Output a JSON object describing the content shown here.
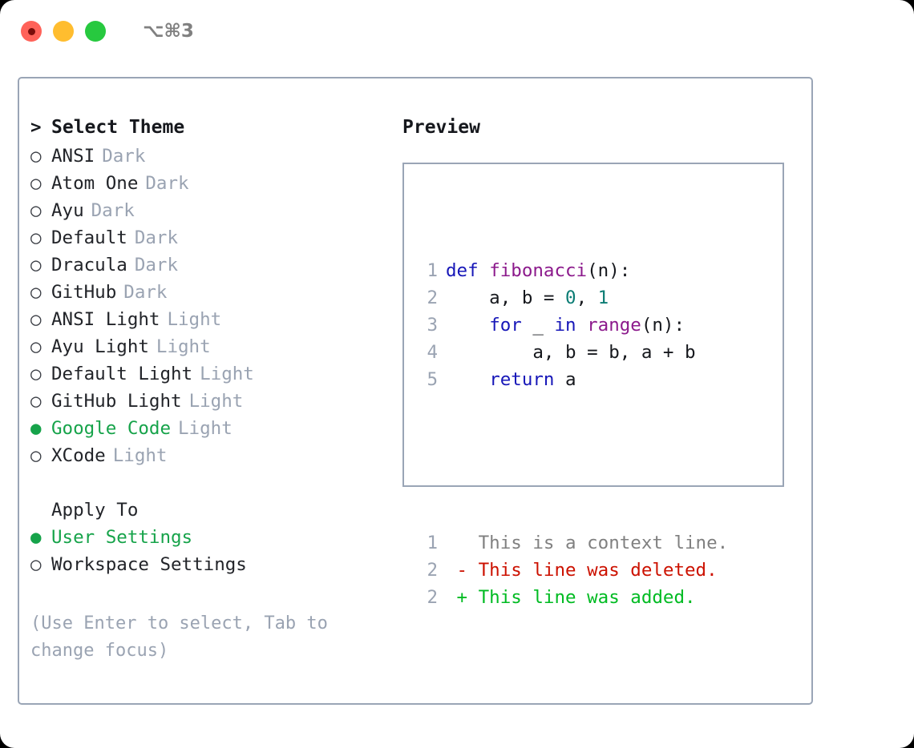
{
  "window": {
    "traffic_lights": [
      "close",
      "minimize",
      "maximize"
    ],
    "shortcut_label": "⌥⌘3",
    "accent_green": "#16a34a",
    "border_color": "#9aa5b6"
  },
  "theme_picker": {
    "prompt": ">",
    "header": "Select Theme",
    "bullet_selected": "●",
    "bullet_unselected": "○",
    "items": [
      {
        "label": "ANSI",
        "tag": "Dark",
        "selected": false
      },
      {
        "label": "Atom One",
        "tag": "Dark",
        "selected": false
      },
      {
        "label": "Ayu",
        "tag": "Dark",
        "selected": false
      },
      {
        "label": "Default",
        "tag": "Dark",
        "selected": false
      },
      {
        "label": "Dracula",
        "tag": "Dark",
        "selected": false
      },
      {
        "label": "GitHub",
        "tag": "Dark",
        "selected": false
      },
      {
        "label": "ANSI Light",
        "tag": "Light",
        "selected": false
      },
      {
        "label": "Ayu Light",
        "tag": "Light",
        "selected": false
      },
      {
        "label": "Default Light",
        "tag": "Light",
        "selected": false
      },
      {
        "label": "GitHub Light",
        "tag": "Light",
        "selected": false
      },
      {
        "label": "Google Code",
        "tag": "Light",
        "selected": true
      },
      {
        "label": "XCode",
        "tag": "Light",
        "selected": false
      }
    ]
  },
  "apply_to": {
    "header": "Apply To",
    "items": [
      {
        "label": "User Settings",
        "selected": true
      },
      {
        "label": "Workspace Settings",
        "selected": false
      }
    ]
  },
  "hint": "(Use Enter to select, Tab to change focus)",
  "preview": {
    "title": "Preview",
    "code_lines": [
      {
        "n": "1",
        "tokens": [
          {
            "t": "def ",
            "c": "kw"
          },
          {
            "t": "fibonacci",
            "c": "fn"
          },
          {
            "t": "(n):",
            "c": "punc"
          }
        ]
      },
      {
        "n": "2",
        "tokens": [
          {
            "t": "    a, b = ",
            "c": "plain"
          },
          {
            "t": "0",
            "c": "num"
          },
          {
            "t": ", ",
            "c": "plain"
          },
          {
            "t": "1",
            "c": "num"
          }
        ]
      },
      {
        "n": "3",
        "tokens": [
          {
            "t": "    ",
            "c": "plain"
          },
          {
            "t": "for",
            "c": "kw"
          },
          {
            "t": " _ ",
            "c": "plain"
          },
          {
            "t": "in",
            "c": "kw"
          },
          {
            "t": " ",
            "c": "plain"
          },
          {
            "t": "range",
            "c": "fn"
          },
          {
            "t": "(n):",
            "c": "punc"
          }
        ]
      },
      {
        "n": "4",
        "tokens": [
          {
            "t": "        a, b = b, a + b",
            "c": "plain"
          }
        ]
      },
      {
        "n": "5",
        "tokens": [
          {
            "t": "    ",
            "c": "plain"
          },
          {
            "t": "return",
            "c": "kw"
          },
          {
            "t": " a",
            "c": "plain"
          }
        ]
      }
    ],
    "diff_lines": [
      {
        "n": "1",
        "sign": " ",
        "text": "This is a context line.",
        "kind": "ctx"
      },
      {
        "n": "2",
        "sign": "-",
        "text": "This line was deleted.",
        "kind": "del"
      },
      {
        "n": "2",
        "sign": "+",
        "text": "This line was added.",
        "kind": "add"
      }
    ]
  }
}
